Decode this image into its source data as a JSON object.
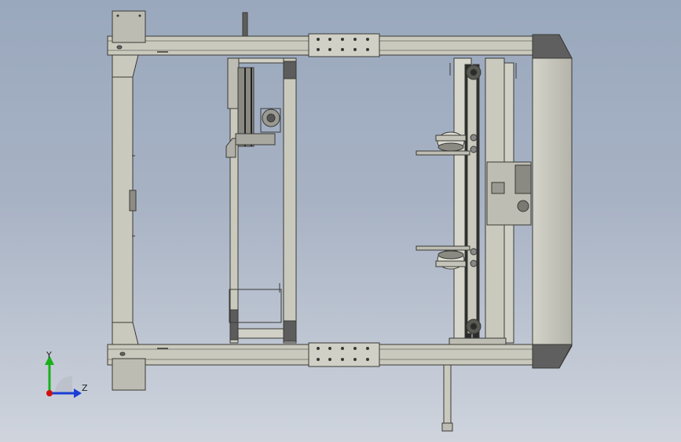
{
  "axis_triad": {
    "y_label": "Y",
    "z_label": "Z",
    "colors": {
      "y": "#18b018",
      "z": "#1a3fd6",
      "origin": "#d01010"
    }
  },
  "model": {
    "view": "front",
    "colors": {
      "frame_fill": "#c9c9bd",
      "frame_stroke": "#3a3a36",
      "dark_accent": "#5c5c5c",
      "belt": "#2b2b2b",
      "guard_fill": "#bdbdb3"
    }
  }
}
